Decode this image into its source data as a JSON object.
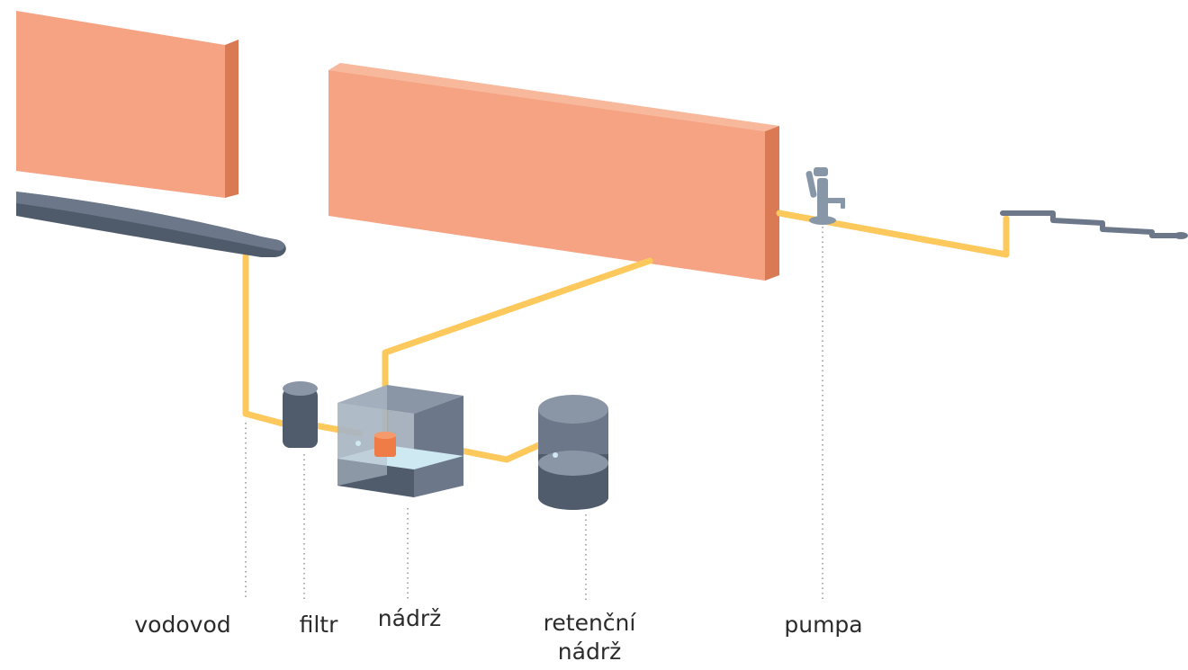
{
  "labels": {
    "vodovod": "vodovod",
    "filtr": "filtr",
    "nadrz": "nádrž",
    "retencni_line1": "retenční",
    "retencni_line2": "nádrž",
    "pumpa": "pumpa"
  },
  "colors": {
    "wall_front": "#f5a382",
    "wall_side": "#d97a55",
    "wall_top": "#f7b89b",
    "pipe": "#fdc95c",
    "gutter_dark": "#4f5b6b",
    "gutter_mid": "#6c7889",
    "tank_light": "#8a96a6",
    "tank_mid": "#6c7889",
    "tank_dark": "#505c6c",
    "water": "#cfe9f3",
    "float": "#ef7b47",
    "pump": "#8897a7",
    "leader": "#9a9a9a"
  }
}
